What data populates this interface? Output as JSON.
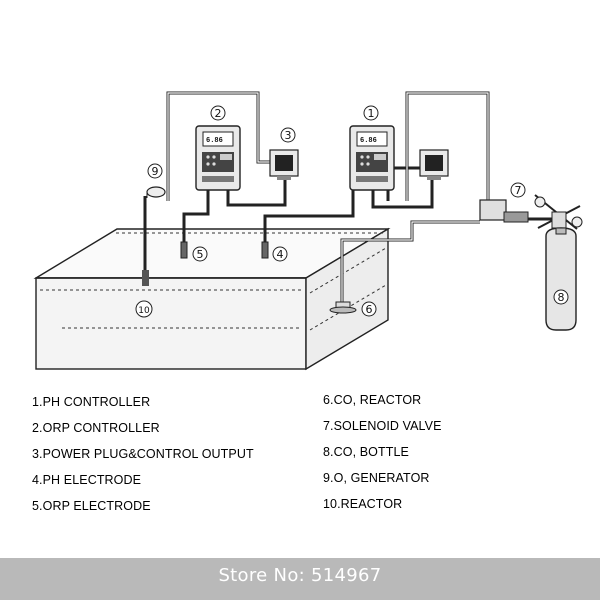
{
  "diagram": {
    "markers": {
      "m1": "1",
      "m2": "2",
      "m3": "3",
      "m4": "4",
      "m5": "5",
      "m6": "6",
      "m7": "7",
      "m8": "8",
      "m9": "9",
      "m10": "10"
    },
    "lcd": {
      "ph_display": "6.86",
      "orp_display": "6.86"
    }
  },
  "legend": {
    "left": [
      "1.PH CONTROLLER",
      "2.ORP CONTROLLER",
      "3.POWER PLUG&CONTROL OUTPUT",
      "4.PH ELECTRODE",
      "5.ORP ELECTRODE"
    ],
    "right": [
      "6.CO, REACTOR",
      "7.SOLENOID VALVE",
      "8.CO, BOTTLE",
      "9.O, GENERATOR",
      "10.REACTOR"
    ]
  },
  "footer": {
    "store_text": "Store No: 514967"
  },
  "colors": {
    "line": "#222222",
    "store_bar": "#b9b9b9"
  }
}
